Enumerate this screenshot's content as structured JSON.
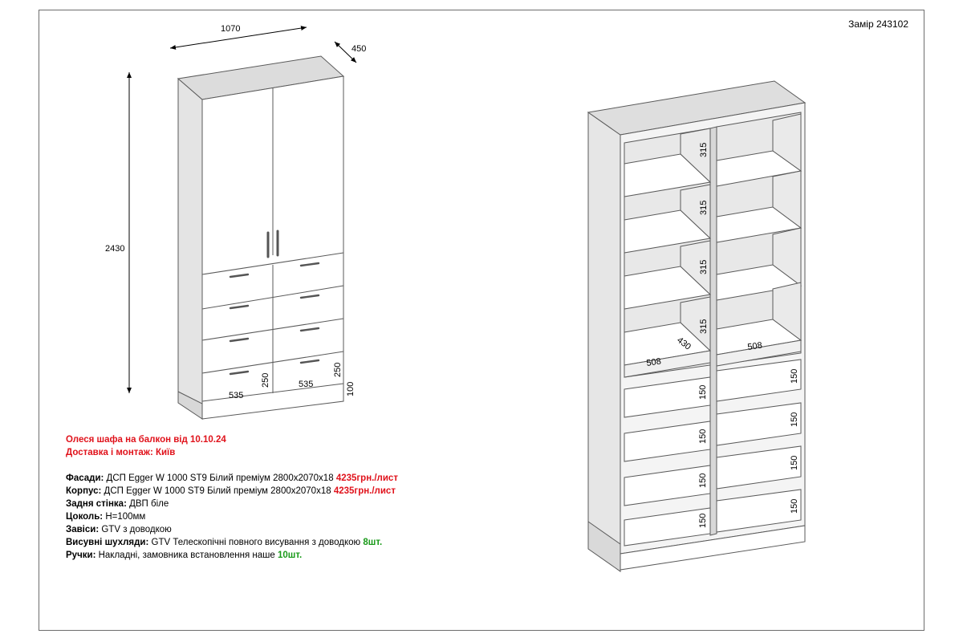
{
  "order_id": "Замір 243102",
  "dimensions": {
    "width": "1070",
    "depth": "450",
    "height": "2430",
    "drawer_width": "535",
    "drawer_height": "250",
    "plinth": "100",
    "shelf_gap": "315",
    "section_width": "508",
    "inner_depth": "430",
    "inner_drawer": "150"
  },
  "info": {
    "title_line1": "Олеся шафа на балкон від 10.10.24",
    "title_line2": "Доставка і монтаж: Київ",
    "rows": [
      {
        "key": "Фасади:",
        "value": " ДСП Egger W 1000 ST9 Білий преміум 2800х2070х18 ",
        "highlight": "4235грн./лист",
        "color": "red"
      },
      {
        "key": "Корпус:",
        "value": " ДСП Egger W 1000 ST9 Білий преміум 2800х2070х18 ",
        "highlight": "4235грн./лист",
        "color": "red"
      },
      {
        "key": "Задня стінка:",
        "value": "  ДВП біле",
        "highlight": "",
        "color": ""
      },
      {
        "key": "Цоколь:",
        "value": " H=100мм",
        "highlight": "",
        "color": ""
      },
      {
        "key": "Завіси:",
        "value": " GTV з доводкою",
        "highlight": "",
        "color": ""
      },
      {
        "key": "Висувні шухляди:",
        "value": " GTV Телескопічні повного висування з доводкою ",
        "highlight": "8шт.",
        "color": "green"
      },
      {
        "key": "Ручки:",
        "value": " Накладні, замовника встановлення наше ",
        "highlight": "10шт.",
        "color": "green"
      }
    ]
  },
  "colors": {
    "title_red": "#e0121b",
    "qty_green": "#1a9a1a",
    "line": "#5a5a5a",
    "panel_gray": "#e2e2e2"
  }
}
